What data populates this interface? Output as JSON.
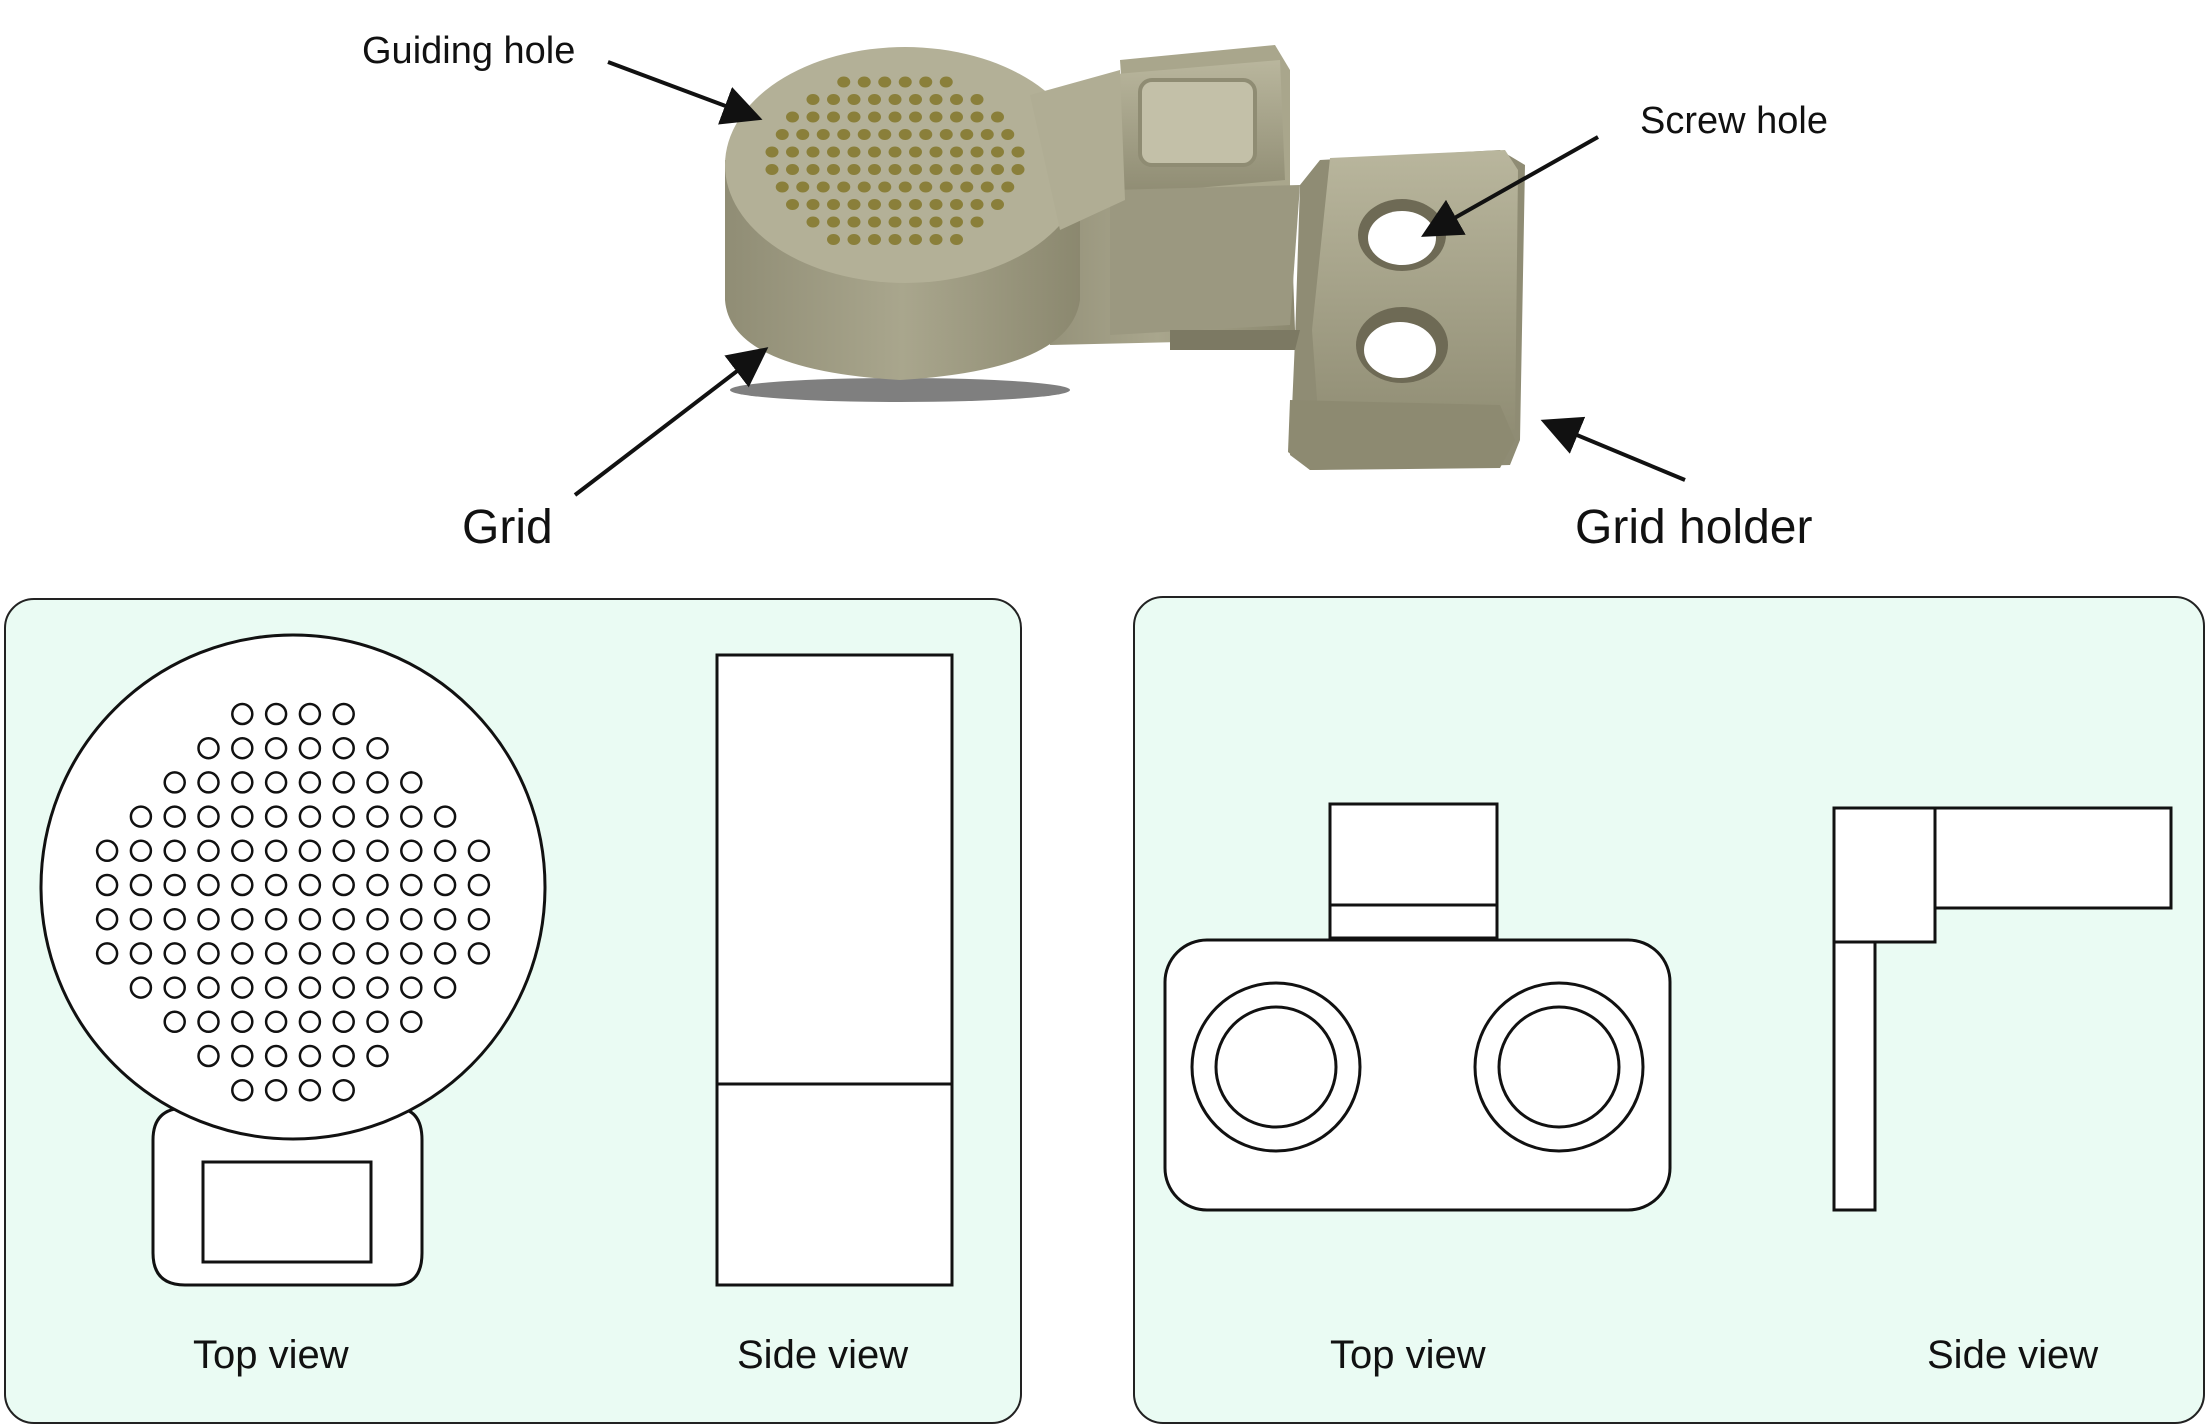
{
  "photo_labels": {
    "guiding_hole": "Guiding hole",
    "screw_hole": "Screw hole",
    "grid": "Grid",
    "grid_holder": "Grid holder"
  },
  "grid_panel": {
    "top_view_label": "Top view",
    "side_view_label": "Side view",
    "hole_rows": [
      4,
      6,
      8,
      10,
      12,
      12,
      12,
      12,
      10,
      8,
      6,
      4
    ]
  },
  "holder_panel": {
    "top_view_label": "Top view",
    "side_view_label": "Side view"
  },
  "colors": {
    "panel_fill": "#eafbf3",
    "part_body": "#aaa78e",
    "part_shadow": "#6f6c58",
    "guiding_hole_fill": "#8a7f3a",
    "line": "#111111"
  }
}
